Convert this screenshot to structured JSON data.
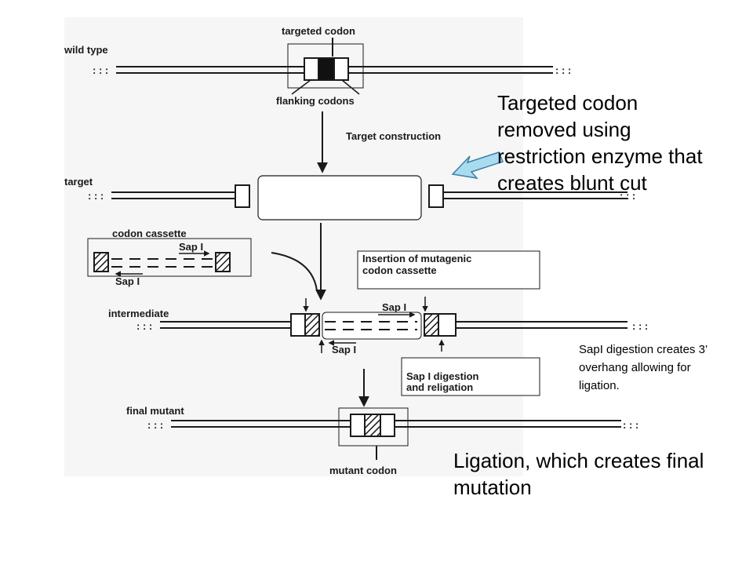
{
  "diagram": {
    "wild_type": {
      "label": "wild type",
      "targeted_codon": "targeted codon",
      "flanking_codons": "flanking codons"
    },
    "step1": {
      "label": "Target construction"
    },
    "target": {
      "label": "target"
    },
    "cassette": {
      "label": "codon cassette",
      "enzyme_top": "Sap I",
      "enzyme_bottom": "Sap I"
    },
    "step2": {
      "label_line1": "Insertion of mutagenic",
      "label_line2": "codon cassette"
    },
    "intermediate": {
      "label": "intermediate",
      "enzyme_top": "Sap I",
      "enzyme_bottom": "Sap I"
    },
    "step3": {
      "label_line1": "Sap I digestion",
      "label_line2": "and religation"
    },
    "final_mutant": {
      "label": "final mutant",
      "mutant_codon": "mutant codon"
    }
  },
  "annotations": {
    "blunt_cut": "Targeted codon removed using restriction enzyme that creates blunt cut",
    "sapi_digestion": "SapI digestion creates 3’ overhang allowing for ligation.",
    "ligation": "Ligation, which creates final mutation"
  },
  "colors": {
    "ink": "#1a1a1a",
    "arrow_fill": "#a9dcef",
    "arrow_stroke": "#3b7fa8"
  }
}
